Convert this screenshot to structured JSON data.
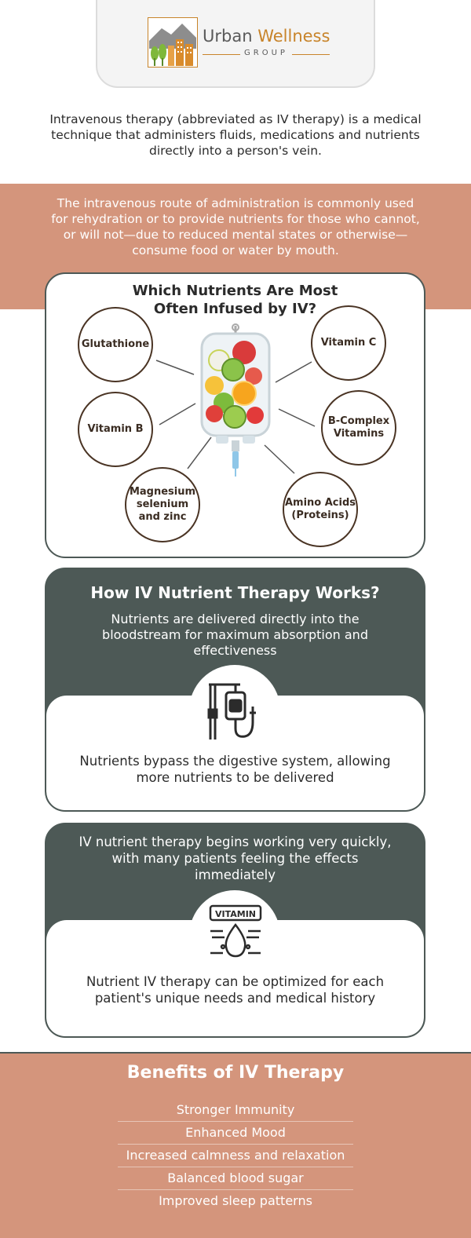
{
  "logo": {
    "word1": "Urban",
    "word2": "Wellness",
    "sub": "GROUP"
  },
  "intro": "Intravenous therapy (abbreviated as IV therapy) is a medical technique that administers fluids, medications and nutrients directly into a person's vein.",
  "band_text": "The intravenous route of administration is commonly used for rehydration or to provide nutrients for those who cannot, or will not—due to reduced mental states or otherwise—consume food or water by mouth.",
  "nutrients": {
    "title_line1": "Which Nutrients Are Most",
    "title_line2": "Often Infused by IV?",
    "items": [
      "Glutathione",
      "Vitamin C",
      "Vitamin B",
      "B-Complex Vitamins",
      "Magnesium selenium and zinc",
      "Amino Acids (Proteins)"
    ]
  },
  "how": {
    "title": "How IV Nutrient Therapy Works?",
    "dark_text": "Nutrients are delivered directly into the bloodstream for maximum absorption and effectiveness",
    "light_text": "Nutrients bypass the digestive system, allowing more nutrients to be delivered",
    "icon": "iv-drip-icon"
  },
  "quick": {
    "dark_text": "IV nutrient therapy begins working very quickly, with many patients feeling the effects immediately",
    "light_text": "Nutrient IV therapy can be optimized for each patient's unique needs and medical history",
    "icon_label": "VITAMIN",
    "icon": "vitamin-drop-icon"
  },
  "benefits": {
    "title": "Benefits of IV Therapy",
    "items": [
      "Stronger Immunity",
      "Enhanced Mood",
      "Increased calmness and relaxation",
      "Balanced blood sugar",
      "Improved sleep patterns"
    ]
  },
  "colors": {
    "terracotta": "#d4957c",
    "slate": "#4d5956",
    "gold": "#c8842a",
    "brown": "#4a3424"
  }
}
